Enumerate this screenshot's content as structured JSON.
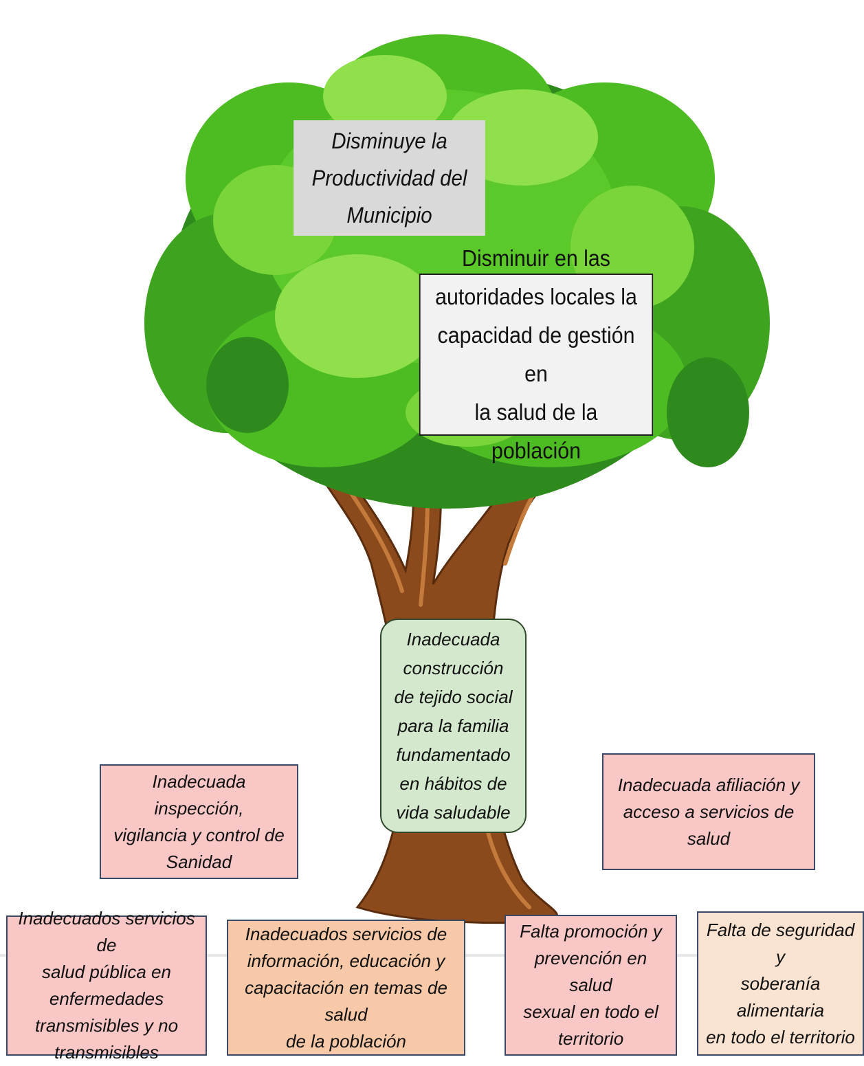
{
  "diagram": {
    "effects": {
      "top": [
        "Disminuye la",
        "Productividad del",
        "Municipio"
      ],
      "main": [
        "Disminuir en las",
        "autoridades locales la",
        "capacidad de gestión en",
        "la salud de la población"
      ]
    },
    "central_problem": [
      "Inadecuada",
      "construcción",
      "de tejido social",
      "para la familia",
      "fundamentado",
      "en hábitos de",
      "vida saludable"
    ],
    "causes": {
      "inspeccion": [
        "Inadecuada inspección,",
        "vigilancia y control de",
        "Sanidad"
      ],
      "afiliacion": [
        "Inadecuada afiliación y",
        "acceso a servicios de",
        "salud"
      ],
      "salud_publica": [
        "Inadecuados servicios de",
        "salud pública en",
        "enfermedades",
        "transmisibles y no",
        "transmisibles"
      ],
      "informacion": [
        "Inadecuados servicios de",
        "información, educación y",
        "capacitación en temas de salud",
        "de la población"
      ],
      "promocion": [
        "Falta promoción y",
        "prevención en salud",
        "sexual en todo el",
        "territorio"
      ],
      "seguridad": [
        "Falta de seguridad y",
        "soberanía alimentaria",
        "en todo el territorio"
      ]
    },
    "colors": {
      "foliage_dark": "#2f8a1d",
      "foliage_mid": "#4dbb22",
      "foliage_light": "#8fe04a",
      "trunk": "#8a4a1c",
      "trunk_dark": "#5a2c0e",
      "cause_pink": "#f9c7c6",
      "cause_orange": "#f7c9a8",
      "cause_peach": "#fbe3d2",
      "central_green": "#d3e8cc",
      "effect_gray": "#d9d9d9"
    }
  }
}
